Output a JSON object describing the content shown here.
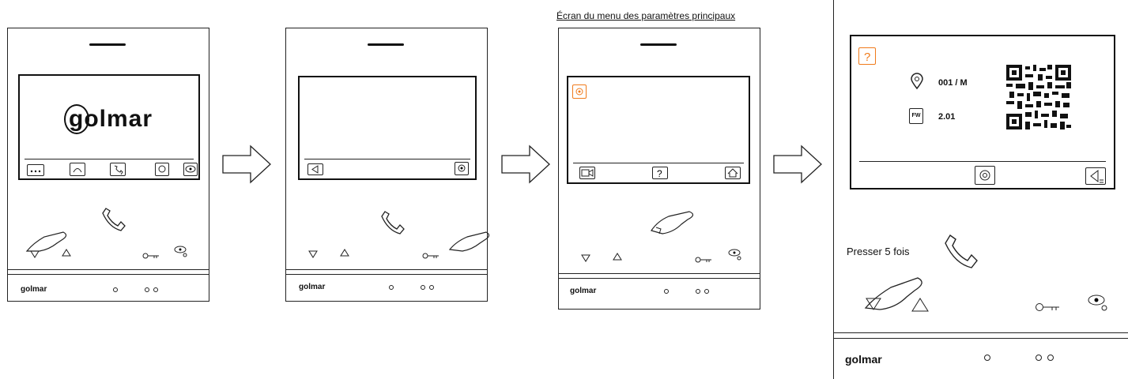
{
  "caption": "Écran du menu des paramètres principaux",
  "brand_logo": "golmar",
  "brand_small": "golmar",
  "device4": {
    "address_label": "001 / M",
    "fw_badge": "FW",
    "firmware_version": "2.01",
    "instruction": "Presser 5 fois"
  },
  "icons": {
    "home_screen_icons": [
      "menu-icon",
      "intercom-icon",
      "call-icon",
      "light-icon",
      "monitor-icon"
    ],
    "screen2_icons": [
      "back-icon",
      "settings-icon"
    ],
    "screen3_icons": [
      "camera-icon",
      "help-icon",
      "home-icon"
    ],
    "screen4_icons": [
      "help-icon",
      "location-icon",
      "firmware-icon",
      "qr-code",
      "settings-icon",
      "back-icon"
    ]
  },
  "colors": {
    "accent": "#f07a1a",
    "line": "#222222"
  }
}
